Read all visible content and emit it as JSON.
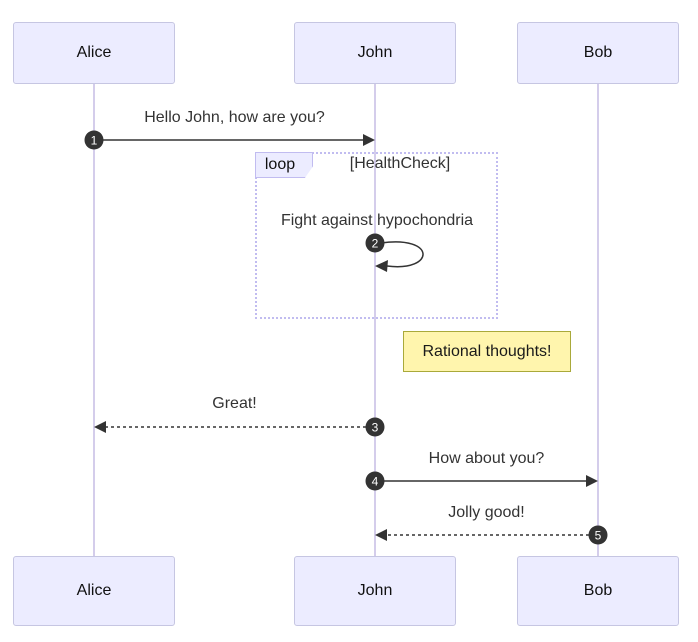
{
  "diagram": {
    "type": "sequence-diagram",
    "actors": [
      {
        "name": "Alice"
      },
      {
        "name": "John"
      },
      {
        "name": "Bob"
      }
    ],
    "messages": [
      {
        "seq": "1",
        "text": "Hello John, how are you?",
        "from": "Alice",
        "to": "John",
        "line": "solid"
      },
      {
        "seq": "2",
        "text": "Fight against hypochondria",
        "from": "John",
        "to": "John",
        "line": "self-loop"
      },
      {
        "seq": "3",
        "text": "Great!",
        "from": "John",
        "to": "Alice",
        "line": "dashed"
      },
      {
        "seq": "4",
        "text": "How about you?",
        "from": "John",
        "to": "Bob",
        "line": "solid"
      },
      {
        "seq": "5",
        "text": "Jolly good!",
        "from": "Bob",
        "to": "John",
        "line": "dashed"
      }
    ],
    "loop": {
      "label": "loop",
      "condition": "[HealthCheck]"
    },
    "note": {
      "text": "Rational thoughts!"
    },
    "colors": {
      "actor_fill": "#ECECFF",
      "actor_border": "#c6c6e2",
      "lifeline": "#d4cdeb",
      "loop_border": "#c1bcf0",
      "note_fill": "#fff5ad",
      "note_border": "#a9a93a",
      "arrow": "#333333",
      "seq_badge_fill": "#333333",
      "seq_badge_text": "#ffffff"
    }
  }
}
